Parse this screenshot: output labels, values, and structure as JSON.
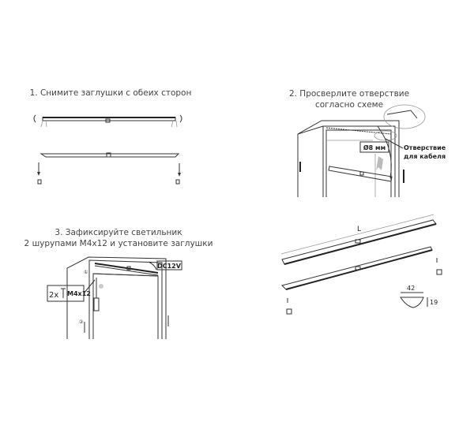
{
  "steps": [
    {
      "title": "1. Снимите заглушки с обеих сторон"
    },
    {
      "title_line1": "2. Просверлите отверствие",
      "title_line2": "согласно схеме",
      "hole_label": "Ø8 мм",
      "callout_line1": "Отверствие",
      "callout_line2": "для кабеля"
    },
    {
      "title_line1": "3. Зафиксируйте светильник",
      "title_line2": "2 шурупами M4x12 и установите заглушки",
      "screw_qty": "2x",
      "screw_size": "M4x12",
      "power_label": "DC12V",
      "marker_1": "①",
      "marker_2": "②"
    },
    {
      "length_label": "L",
      "profile_width": "42",
      "profile_height": "19"
    }
  ]
}
